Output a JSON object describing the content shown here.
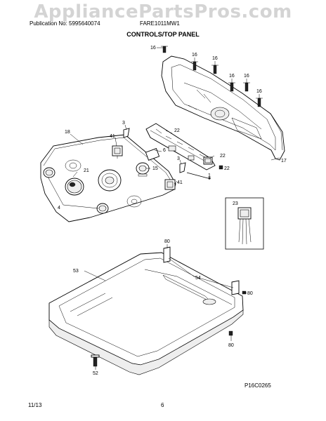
{
  "watermark": "AppliancePartsPros.com",
  "header": {
    "publication": "Publication No: 5995640074",
    "model": "FARE1011MW1",
    "section_title": "CONTROLS/TOP PANEL"
  },
  "footer": {
    "figure_code": "P16C0265",
    "date": "11/13",
    "page_number": "6"
  },
  "callouts": {
    "screw_top": "16",
    "screw_a": "16",
    "screw_b": "16",
    "screw_c": "16",
    "screw_d": "16",
    "screw_e": "16",
    "backguard": "17",
    "console": "18",
    "knob_mid": "21",
    "harness_top": "22",
    "harness_right": "22",
    "harness_conn": "22",
    "inset": "23",
    "clip_top": "3",
    "clip_mid": "3",
    "switch_top": "41",
    "switch_bottom": "41",
    "board": "6",
    "selector": "15",
    "ground": "1",
    "knobs": "4",
    "top_panel": "53",
    "hinge": "54",
    "bumper_top": "80",
    "bumper_right": "80",
    "bumper_bottom": "80",
    "foot": "52"
  }
}
